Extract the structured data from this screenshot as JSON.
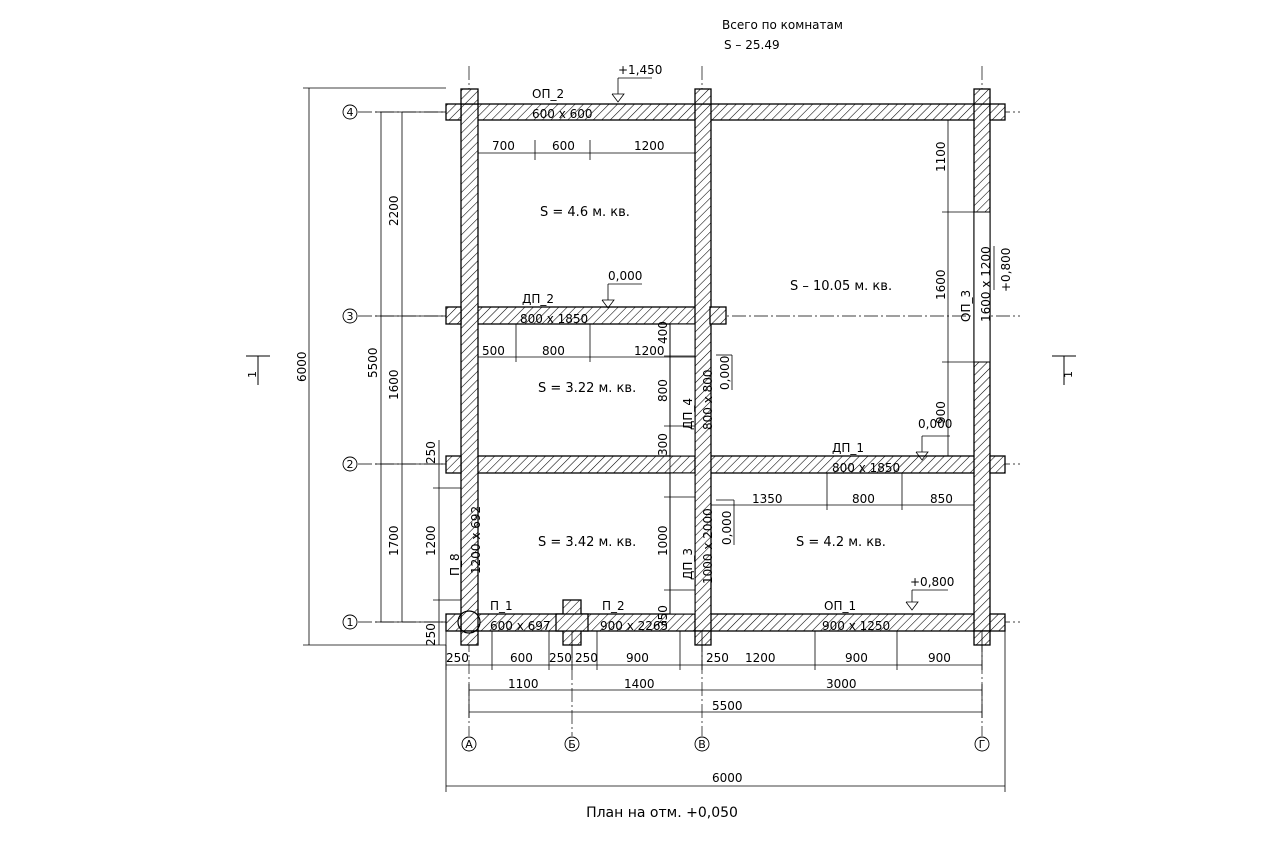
{
  "totals": {
    "title": "Всего по комнатам",
    "area": "S   –   25.49"
  },
  "caption": "План на отм. +0,050",
  "rooms": [
    {
      "area": "S   =   4.6 м. кв."
    },
    {
      "area": "S   –   10.05 м. кв."
    },
    {
      "area": "S   =   3.22 м. кв."
    },
    {
      "area": "S   =   3.42 м. кв."
    },
    {
      "area": "S   =   4.2 м. кв."
    }
  ],
  "openings": [
    {
      "name": "ОП_2",
      "size": "600 x 600"
    },
    {
      "name": "ДП_2",
      "size": "800 x 1850"
    },
    {
      "name": "ОП_3",
      "size": "1600 x 1200"
    },
    {
      "name": "ДП_4",
      "size": "800 x 800"
    },
    {
      "name": "ДП_1",
      "size": "800 x 1850"
    },
    {
      "name": "ДП_3",
      "size": "1000 x 2000"
    },
    {
      "name": "П_8",
      "size": "1200 x 692"
    },
    {
      "name": "П_1",
      "size": "600 x 697"
    },
    {
      "name": "П_2",
      "size": "900 x 2265"
    },
    {
      "name": "ОП_1",
      "size": "900 x 1250"
    }
  ],
  "levels": [
    "+1,450",
    "0,000",
    "+0,800",
    "0,000",
    "0,000",
    "0,000",
    "+0,800"
  ],
  "axes": {
    "rows": [
      "4",
      "3",
      "2",
      "1"
    ],
    "cols": [
      "А",
      "Б",
      "В",
      "Г"
    ]
  },
  "section": "1",
  "dims": {
    "top_row": [
      "700",
      "600",
      "1200"
    ],
    "mid_row": [
      "500",
      "800",
      "1200"
    ],
    "lower_row": [
      "1350",
      "800",
      "850"
    ],
    "bottom_row1": [
      "250",
      "600",
      "250",
      "250",
      "900",
      "250",
      "1200",
      "900",
      "900"
    ],
    "bottom_row2": [
      "1100",
      "1400",
      "3000"
    ],
    "bottom_total": "5500",
    "bottom_overall": "6000",
    "left_outer": "6000",
    "left_total": "5500",
    "left_parts": [
      "2200",
      "1600",
      "1700"
    ],
    "left_small": [
      "250",
      "1200",
      "250"
    ],
    "right_parts": [
      "1100",
      "1600",
      "900"
    ],
    "inner": [
      "400",
      "800",
      "300",
      "1000",
      "350"
    ]
  }
}
